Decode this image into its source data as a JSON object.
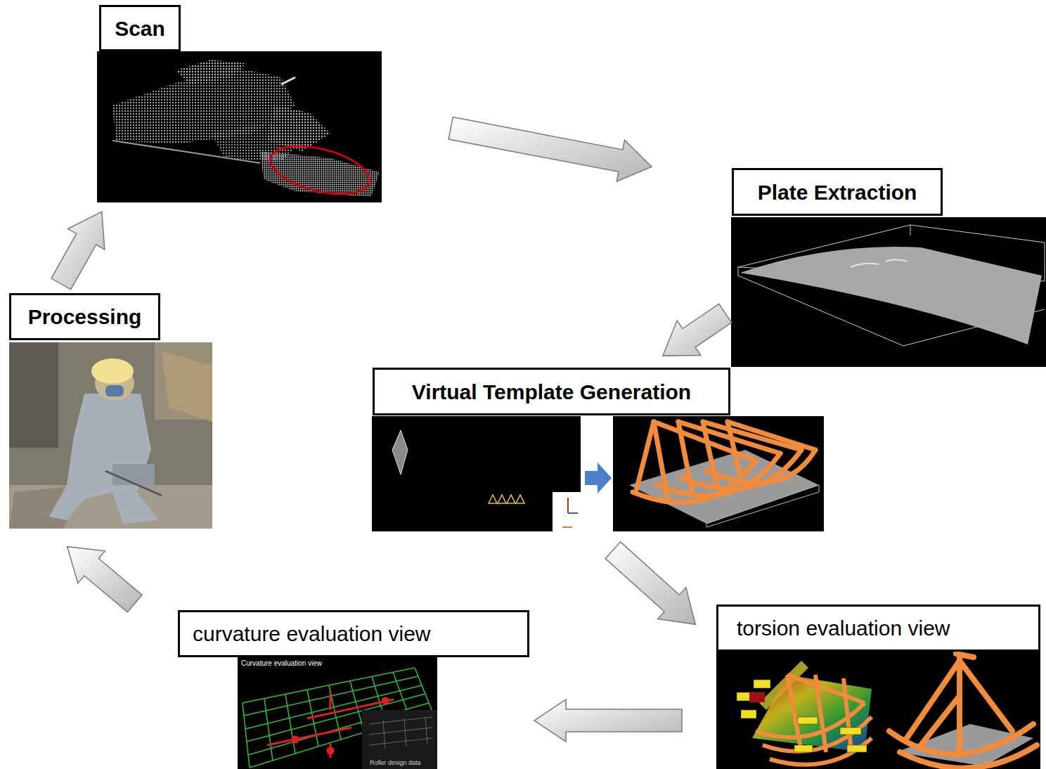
{
  "diagram": {
    "nodes": [
      {
        "text": [
          "Scan"
        ]
      },
      {
        "text": [
          "Plate Extraction"
        ]
      },
      {
        "text": [
          "Virtual Template Generation"
        ]
      },
      {
        "text": [
          "torsion evaluation view"
        ]
      },
      {
        "text": [
          "curvature evaluation view"
        ]
      },
      {
        "text": [
          "Processing"
        ]
      }
    ],
    "edges": [
      {
        "from": 0,
        "to": 1,
        "arrow": "to"
      },
      {
        "from": 1,
        "to": 2,
        "arrow": "to"
      },
      {
        "from": 2,
        "to": 3,
        "arrow": "to"
      },
      {
        "from": 3,
        "to": 4,
        "arrow": "to"
      },
      {
        "from": 4,
        "to": 5,
        "arrow": "to"
      },
      {
        "from": 5,
        "to": 0,
        "arrow": "to"
      }
    ],
    "labels": [
      "Curvature evaluation view",
      "Roller design data"
    ]
  }
}
